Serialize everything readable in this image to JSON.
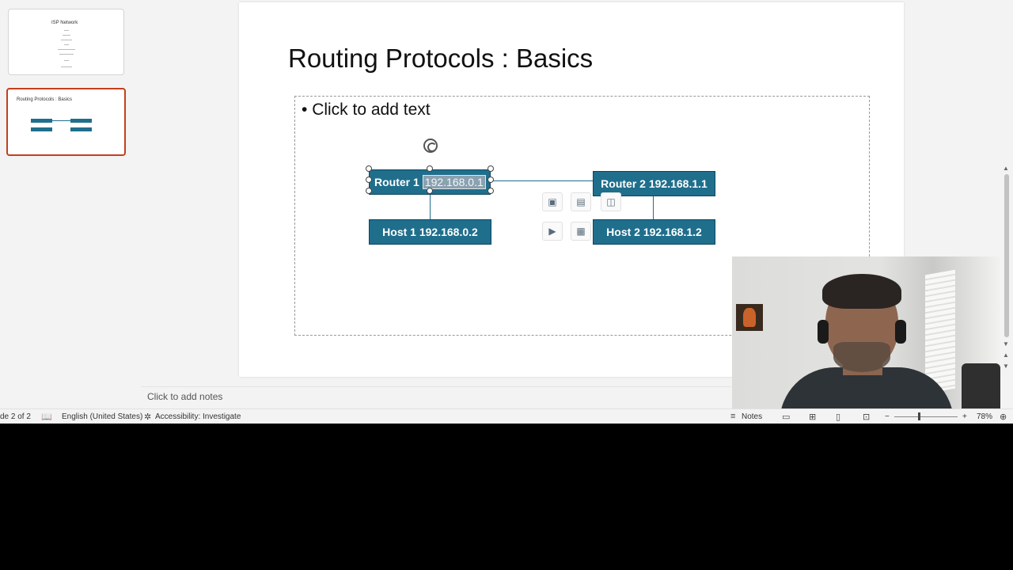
{
  "thumbnails": [
    {
      "title": "ISP Network",
      "selected": false
    },
    {
      "title": "Routing Protocols : Basics",
      "selected": true
    }
  ],
  "slide": {
    "title": "Routing Protocols : Basics",
    "placeholder_text": "Click to add text",
    "nodes": {
      "router1_label": "Router 1",
      "router1_ip": "192.168.0.1",
      "router2": "Router 2 192.168.1.1",
      "host1": "Host 1 192.168.0.2",
      "host2": "Host 2 192.168.1.2"
    },
    "insert_icons": [
      "picture-icon",
      "stock-image-icon",
      "icons-icon",
      "video-icon",
      "table-icon"
    ],
    "shape_color": "#1f6e8c"
  },
  "notes": {
    "placeholder": "Click to add notes"
  },
  "status": {
    "slide_counter": "de 2 of 2",
    "language": "English (United States)",
    "accessibility": "Accessibility: Investigate",
    "notes_label": "Notes",
    "zoom": "78%",
    "zoom_minus": "−",
    "zoom_plus": "+"
  }
}
